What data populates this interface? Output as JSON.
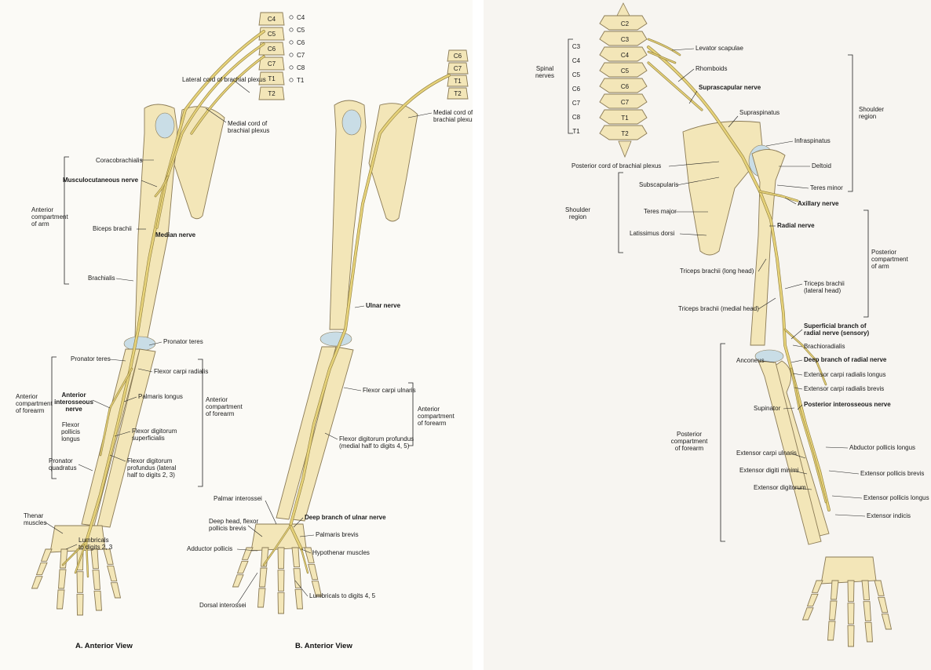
{
  "colors": {
    "bone": "#f3e6b8",
    "bone_outline": "#8a7a55",
    "cartilage": "#c9dde6",
    "nerve": "#e6d27a",
    "nerve_outline": "#8f7d3a",
    "label_line": "#222222"
  },
  "panel_a": {
    "caption": "A. Anterior View",
    "vertebrae": [
      "C4",
      "C5",
      "C6",
      "C7",
      "T1",
      "T2"
    ],
    "spinal_tags": [
      "C4",
      "C5",
      "C6",
      "C7",
      "C8",
      "T1"
    ],
    "labels": {
      "lateral_cord": "Lateral cord of brachial plexus",
      "medial_cord": "Medial cord of\nbrachial plexus",
      "coracobrachialis": "Coracobrachialis",
      "musculocutaneous": "Musculocutaneous nerve",
      "anterior_arm": "Anterior\ncompartment\nof arm",
      "biceps": "Biceps brachii",
      "median": "Median nerve",
      "brachialis": "Brachialis",
      "pronator_teres_r": "Pronator teres",
      "pronator_teres_l": "Pronator teres",
      "fcr": "Flexor carpi radialis",
      "anterior_forearm_l": "Anterior\ncompartment\nof forearm",
      "ain": "Anterior\ninterosseous\nnerve",
      "palmaris": "Palmaris longus",
      "anterior_forearm_r": "Anterior\ncompartment\nof forearm",
      "fpl": "Flexor\npollicis\nlongus",
      "fds": "Flexor digitorum\nsuperficialis",
      "pronator_quadratus": "Pronator\nquadratus",
      "fdp": "Flexor digitorum\nprofundus (lateral\nhalf to digits 2, 3)",
      "thenar": "Thenar\nmuscles",
      "lumbricals": "Lumbricals\nto digits 2, 3"
    }
  },
  "panel_b": {
    "caption": "B. Anterior View",
    "vertebrae": [
      "C6",
      "C7",
      "T1",
      "T2"
    ],
    "labels": {
      "medial_cord": "Medial cord of\nbrachial plexus",
      "ulnar": "Ulnar nerve",
      "fcu": "Flexor carpi ulnaris",
      "anterior_forearm": "Anterior\ncompartment\nof forearm",
      "fdp": "Flexor digitorum profundus\n(medial half to digits 4, 5)",
      "palmar_interossei": "Palmar interossei",
      "deep_branch": "Deep branch of ulnar nerve",
      "deep_head": "Deep head, flexor\npollicis brevis",
      "palmaris_brevis": "Palmaris brevis",
      "adductor": "Adductor pollicis",
      "hypothenar": "Hypothenar muscles",
      "lumbricals": "Lumbricals to digits 4, 5",
      "dorsal_interossei": "Dorsal interossei"
    }
  },
  "panel_c": {
    "vertebrae": [
      "C2",
      "C3",
      "C4",
      "C5",
      "C6",
      "C7",
      "T1",
      "T2"
    ],
    "spinal_nerves_label": "Spinal\nnerves",
    "spinal_levels": [
      "C3",
      "C4",
      "C5",
      "C6",
      "C7",
      "C8",
      "T1"
    ],
    "labels": {
      "levator": "Levator scapulae",
      "rhomboids": "Rhomboids",
      "suprascapular": "Suprascapular nerve",
      "supraspinatus": "Supraspinatus",
      "shoulder_region_r": "Shoulder\nregion",
      "infraspinatus": "Infraspinatus",
      "posterior_cord": "Posterior cord of brachial plexus",
      "deltoid": "Deltoid",
      "subscapularis": "Subscapularis",
      "teres_minor": "Teres minor",
      "shoulder_region_l": "Shoulder\nregion",
      "axillary": "Axillary nerve",
      "teres_major": "Teres major",
      "radial": "Radial nerve",
      "latissimus": "Latissimus dorsi",
      "posterior_arm": "Posterior\ncompartment\nof arm",
      "triceps_long": "Triceps brachii (long head)",
      "triceps_lateral": "Triceps brachii\n(lateral head)",
      "triceps_medial": "Triceps brachii (medial head)",
      "superficial_radial": "Superficial branch of\nradial nerve (sensory)",
      "brachioradialis": "Brachioradialis",
      "anconeus": "Anconeus",
      "deep_radial": "Deep branch of radial nerve",
      "ecrl": "Extensor carpi radialis longus",
      "ecrb": "Extensor carpi radialis brevis",
      "supinator": "Supinator",
      "pin": "Posterior interosseous nerve",
      "posterior_forearm": "Posterior\ncompartment\nof forearm",
      "apl": "Abductor pollicis longus",
      "ecu": "Extensor carpi ulnaris",
      "edm": "Extensor digiti minimi",
      "epb": "Extensor pollicis brevis",
      "ed": "Extensor digitorum",
      "epl": "Extensor pollicis longus",
      "ei": "Extensor indicis"
    }
  }
}
